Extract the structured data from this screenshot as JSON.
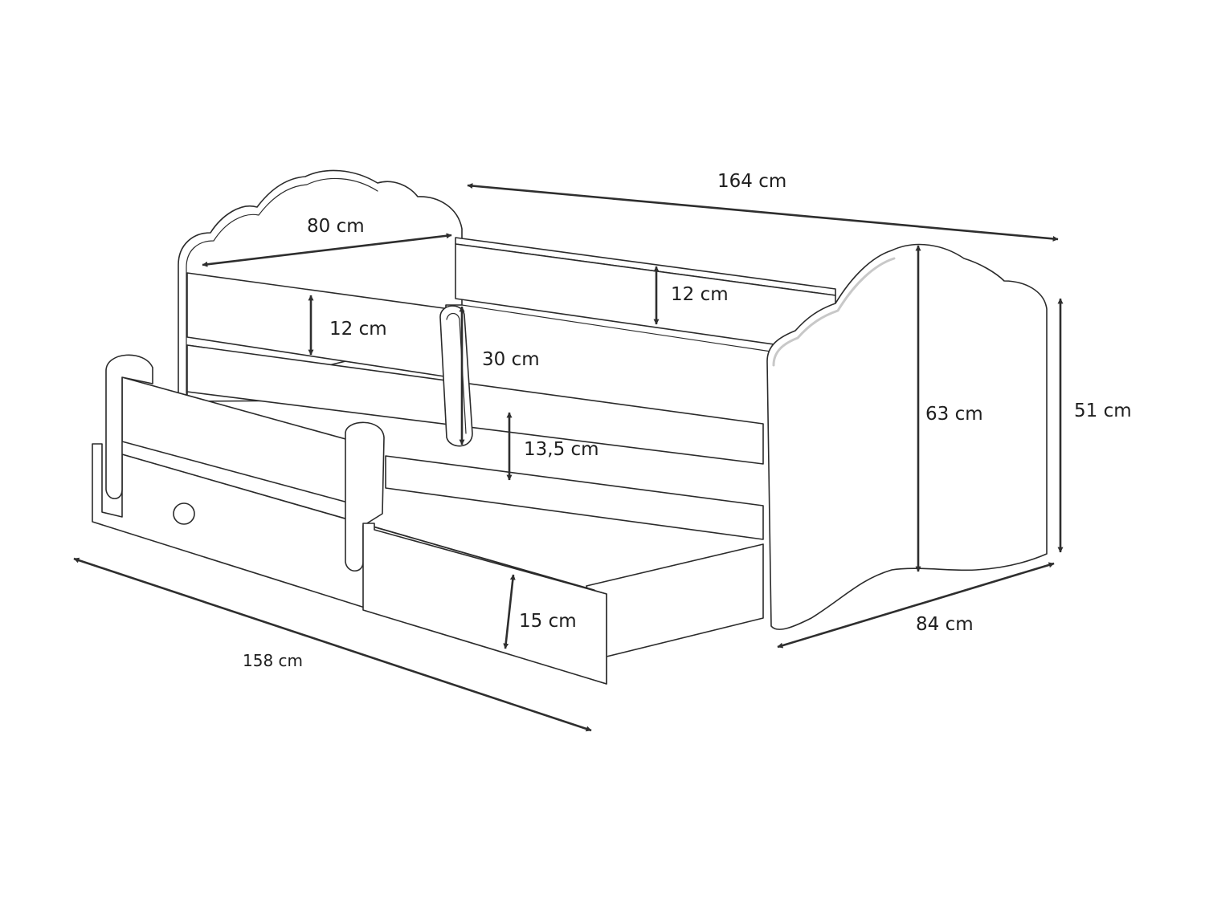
{
  "diagram": {
    "subject": "children's bed with drawer",
    "colors": {
      "line": "#2b2b2b",
      "arrow": "#2e2e2e",
      "text": "#1e1e1e",
      "background": "#ffffff"
    },
    "dimensions": {
      "bed_length": "164 cm",
      "headboard_width": "80 cm",
      "back_panel_height": "12 cm",
      "rail_height": "12 cm",
      "guard_rail_height": "30 cm",
      "gap_height": "13,5 cm",
      "headboard_height": "63 cm",
      "footboard_height": "51 cm",
      "bed_width": "84 cm",
      "drawer_height": "15 cm",
      "drawer_length": "158 cm"
    }
  }
}
